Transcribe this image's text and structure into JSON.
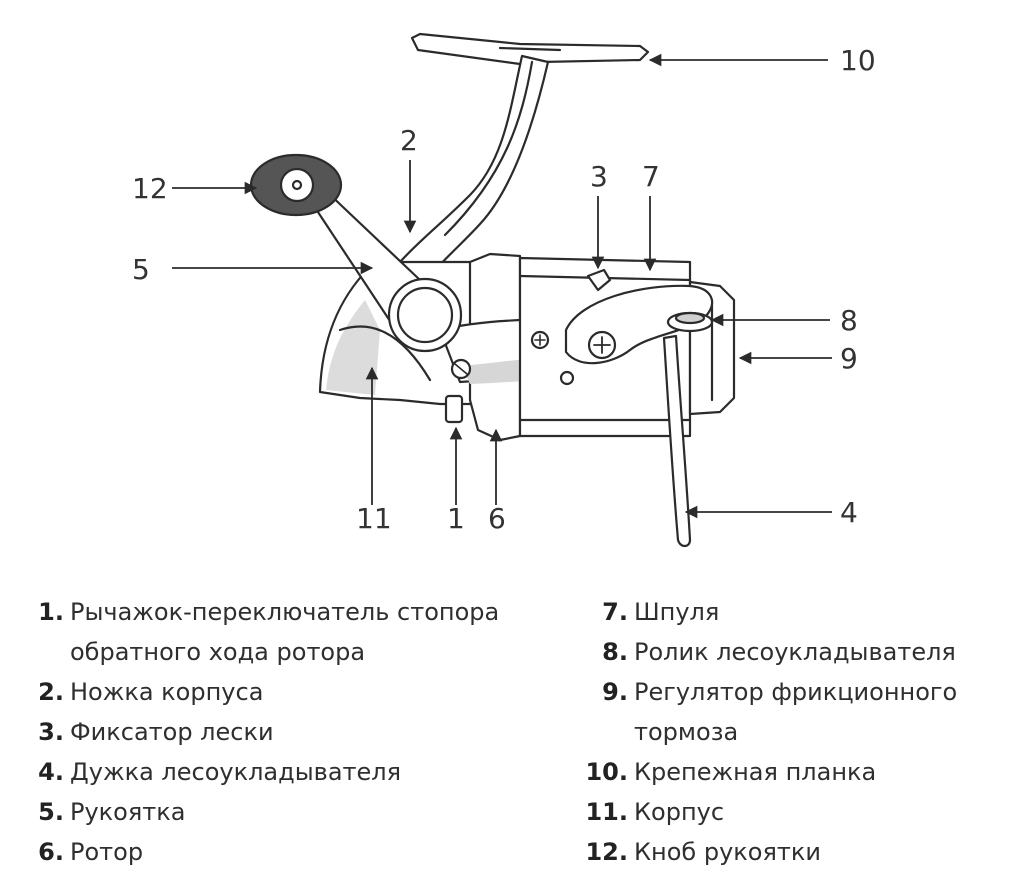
{
  "callouts": [
    {
      "id": "1",
      "label": "1"
    },
    {
      "id": "2",
      "label": "2"
    },
    {
      "id": "3",
      "label": "3"
    },
    {
      "id": "4",
      "label": "4"
    },
    {
      "id": "5",
      "label": "5"
    },
    {
      "id": "6",
      "label": "6"
    },
    {
      "id": "7",
      "label": "7"
    },
    {
      "id": "8",
      "label": "8"
    },
    {
      "id": "9",
      "label": "9"
    },
    {
      "id": "10",
      "label": "10"
    },
    {
      "id": "11",
      "label": "11"
    },
    {
      "id": "12",
      "label": "12"
    }
  ],
  "legend": {
    "left": [
      {
        "num": "1.",
        "lines": [
          "Рычажок-переключатель стопора",
          "обратного хода ротора"
        ]
      },
      {
        "num": "2.",
        "lines": [
          "Ножка корпуса"
        ]
      },
      {
        "num": "3.",
        "lines": [
          "Фиксатор лески"
        ]
      },
      {
        "num": "4.",
        "lines": [
          "Дужка лесоукладывателя"
        ]
      },
      {
        "num": "5.",
        "lines": [
          "Рукоятка"
        ]
      },
      {
        "num": "6.",
        "lines": [
          "Ротор"
        ]
      }
    ],
    "right": [
      {
        "num": "7.",
        "lines": [
          "Шпуля"
        ]
      },
      {
        "num": "8.",
        "lines": [
          "Ролик лесоукладывателя"
        ]
      },
      {
        "num": "9.",
        "lines": [
          "Регулятор фрикционного",
          "тормоза"
        ]
      },
      {
        "num": "10.",
        "lines": [
          "Крепежная планка"
        ]
      },
      {
        "num": "11.",
        "lines": [
          "Корпус"
        ]
      },
      {
        "num": "12.",
        "lines": [
          "Кноб рукоятки"
        ]
      }
    ]
  },
  "colors": {
    "stroke": "#2b2b2b",
    "shade": "#d6d6d6",
    "knob": "#555555",
    "text": "#333333"
  }
}
